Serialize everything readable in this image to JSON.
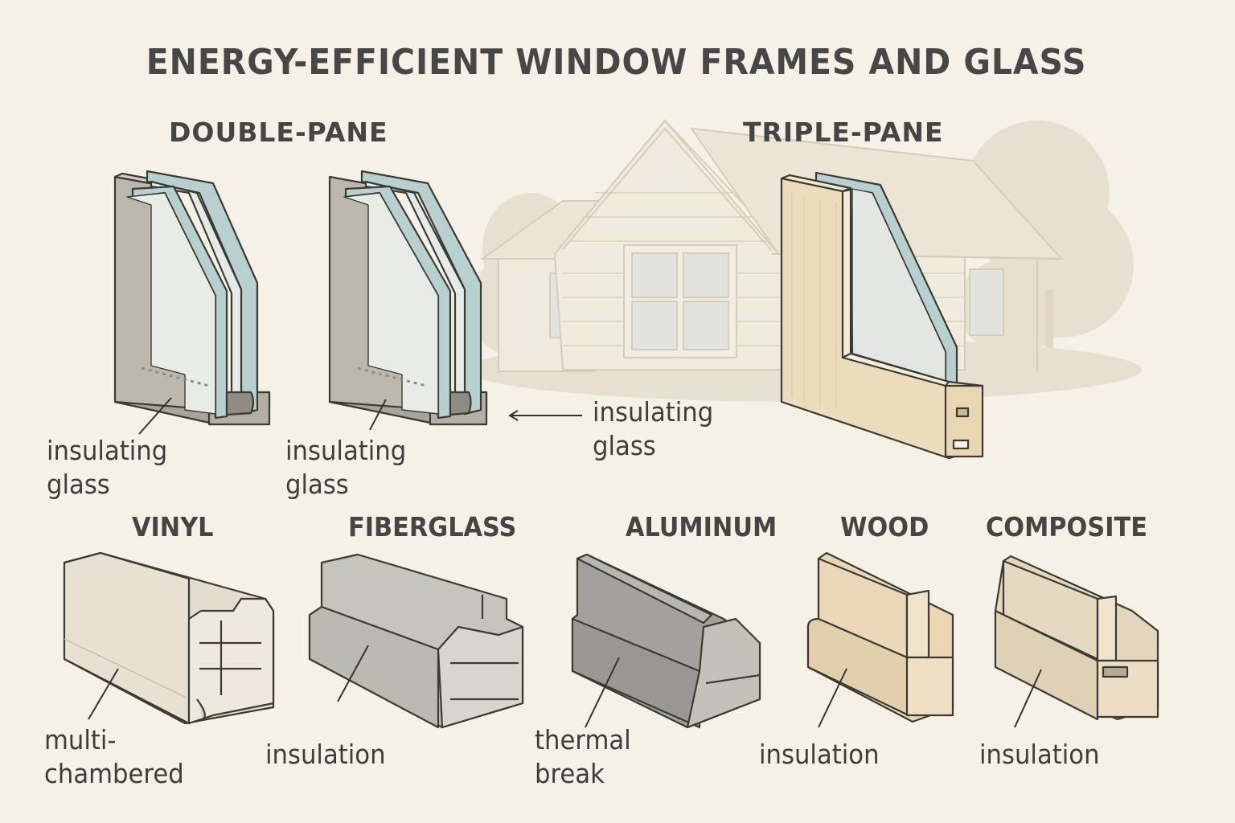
{
  "title": "ENERGY-EFFICIENT WINDOW FRAMES AND GLASS",
  "sections": {
    "double_pane": {
      "heading": "DOUBLE-PANE",
      "units": [
        {
          "label_line1": "insulating",
          "label_line2": "glass"
        },
        {
          "label_line1": "insulating",
          "label_line2": "glass"
        }
      ]
    },
    "triple_pane": {
      "heading": "TRIPLE-PANE",
      "callout_line1": "insulating",
      "callout_line2": "glass"
    }
  },
  "frames": [
    {
      "name": "VINYL",
      "label_line1": "multi-",
      "label_line2": "chambered"
    },
    {
      "name": "FIBERGLASS",
      "label_line1": "insulation",
      "label_line2": ""
    },
    {
      "name": "ALUMINUM",
      "label_line1": "thermal",
      "label_line2": "break"
    },
    {
      "name": "WOOD",
      "label_line1": "insulation",
      "label_line2": ""
    },
    {
      "name": "COMPOSITE",
      "label_line1": "insulation",
      "label_line2": ""
    }
  ],
  "colors": {
    "background": "#f6f1e6",
    "text": "#3d3d3d",
    "glass": "#b9d0d0",
    "glass_light": "#e6eae6",
    "frame_gray": "#bdb8ae",
    "aluminum": "#a3a19b",
    "fiberglass": "#c5c4bd",
    "vinyl": "#e4dccd",
    "wood": "#e8d6b5",
    "composite": "#e4d6bd",
    "house_line": "#d2c8b4"
  }
}
